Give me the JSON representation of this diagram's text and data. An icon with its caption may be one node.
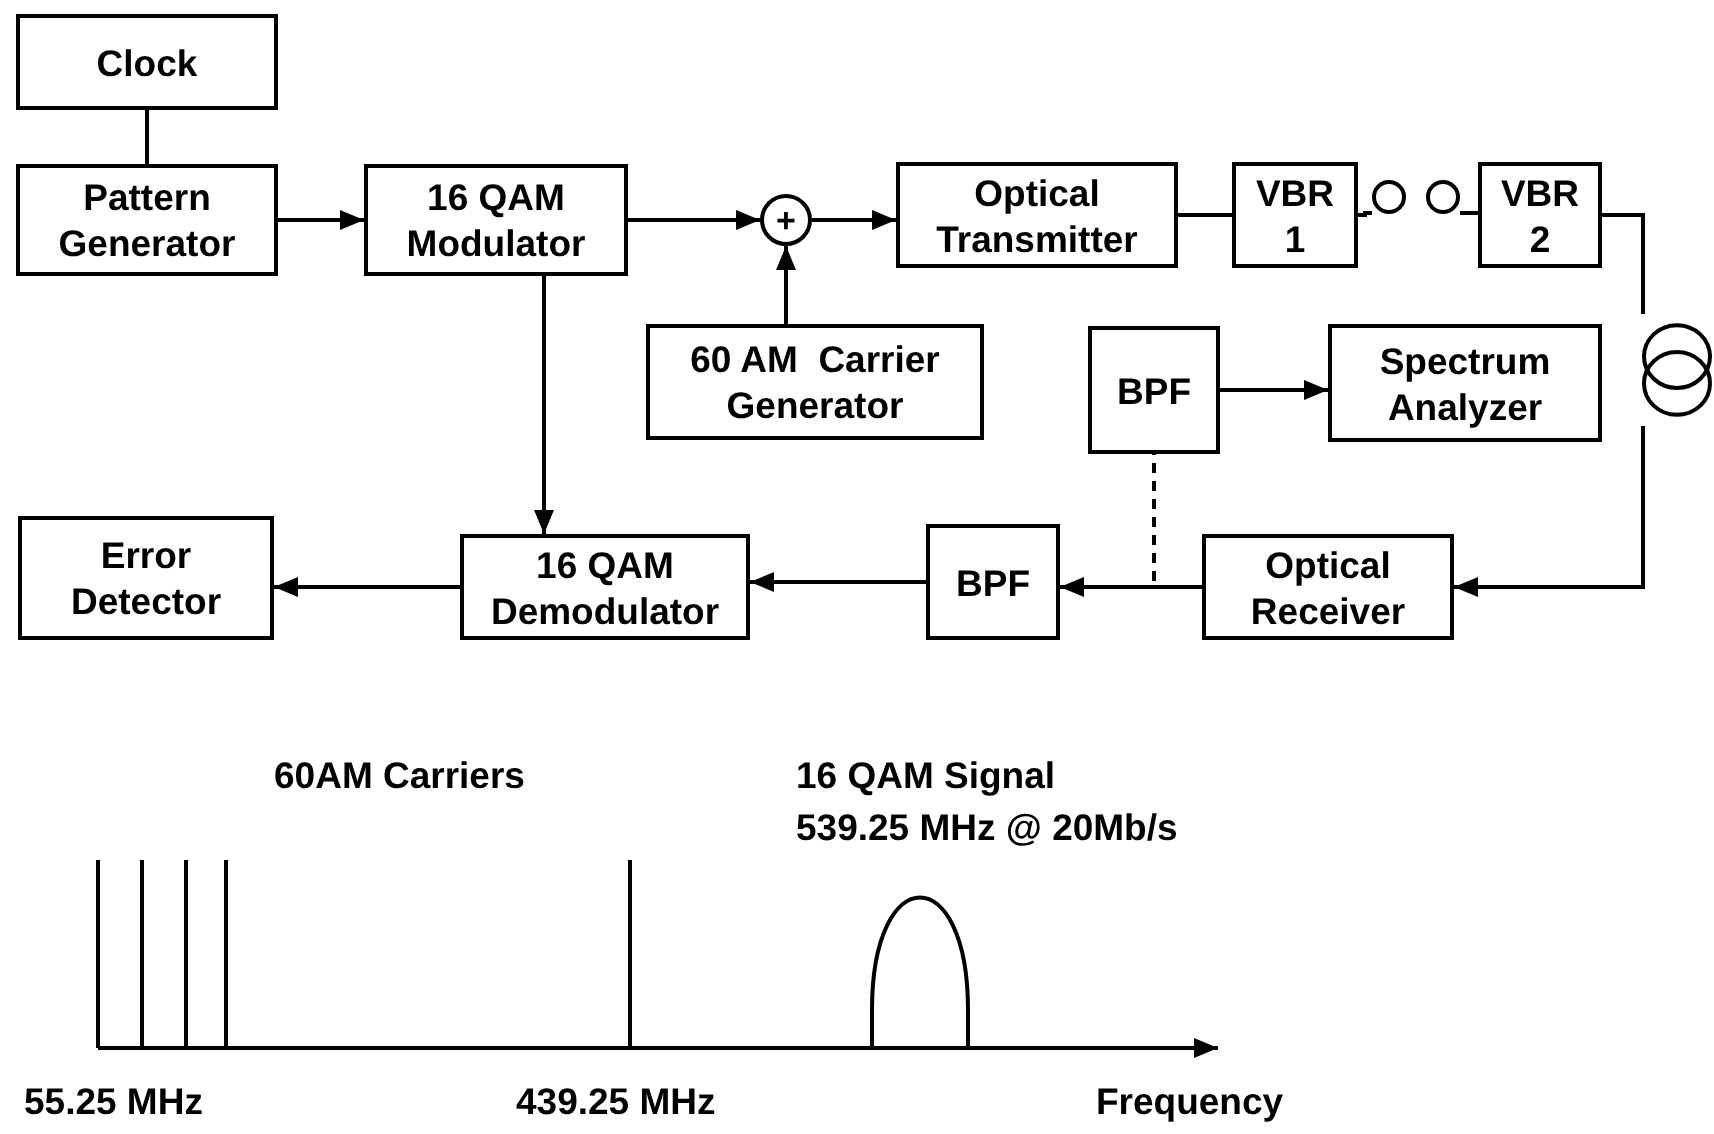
{
  "diagram": {
    "nodes": [
      {
        "text": [
          "Clock"
        ]
      },
      {
        "text": [
          "Pattern Generator"
        ]
      },
      {
        "text": [
          "16 QAM Modulator"
        ]
      },
      {
        "text": [
          "+"
        ]
      },
      {
        "text": [
          "60 AM  Carrier Generator"
        ]
      },
      {
        "text": [
          "Optical Transmitter"
        ]
      },
      {
        "text": [
          "VBR 1"
        ]
      },
      {
        "text": [],
        "shape": "coil"
      },
      {
        "text": [
          "VBR 2"
        ]
      },
      {
        "text": [],
        "shape": "coil"
      },
      {
        "text": [
          "BPF"
        ]
      },
      {
        "text": [
          "Spectrum Analyzer"
        ]
      },
      {
        "text": [
          "Optical Receiver"
        ]
      },
      {
        "text": [
          "BPF"
        ]
      },
      {
        "text": [
          "16 QAM Demodulator"
        ]
      },
      {
        "text": [
          "Error Detector"
        ]
      }
    ],
    "edges": [
      {
        "from": 0,
        "to": 1,
        "arrow": "none"
      },
      {
        "from": 1,
        "to": 2,
        "arrow": "to"
      },
      {
        "from": 2,
        "to": 3,
        "arrow": "to"
      },
      {
        "from": 4,
        "to": 3,
        "arrow": "to"
      },
      {
        "from": 3,
        "to": 5,
        "arrow": "to"
      },
      {
        "from": 5,
        "to": 6,
        "arrow": "none"
      },
      {
        "from": 6,
        "to": 7,
        "arrow": "none"
      },
      {
        "from": 7,
        "to": 8,
        "arrow": "none"
      },
      {
        "from": 8,
        "to": 9,
        "arrow": "none"
      },
      {
        "from": 9,
        "to": 12,
        "arrow": "to"
      },
      {
        "from": 10,
        "to": 11,
        "arrow": "to"
      },
      {
        "from": 12,
        "to": 10,
        "arrow": "none",
        "style": "dashed"
      },
      {
        "from": 12,
        "to": 13,
        "arrow": "to"
      },
      {
        "from": 13,
        "to": 14,
        "arrow": "to"
      },
      {
        "from": 2,
        "to": 14,
        "arrow": "to"
      },
      {
        "from": 14,
        "to": 15,
        "arrow": "to"
      }
    ],
    "labels": [
      "60AM Carriers",
      "16 QAM Signal",
      "539.25 MHz @ 20Mb/s",
      "55.25 MHz",
      "439.25 MHz",
      "Frequency"
    ]
  }
}
